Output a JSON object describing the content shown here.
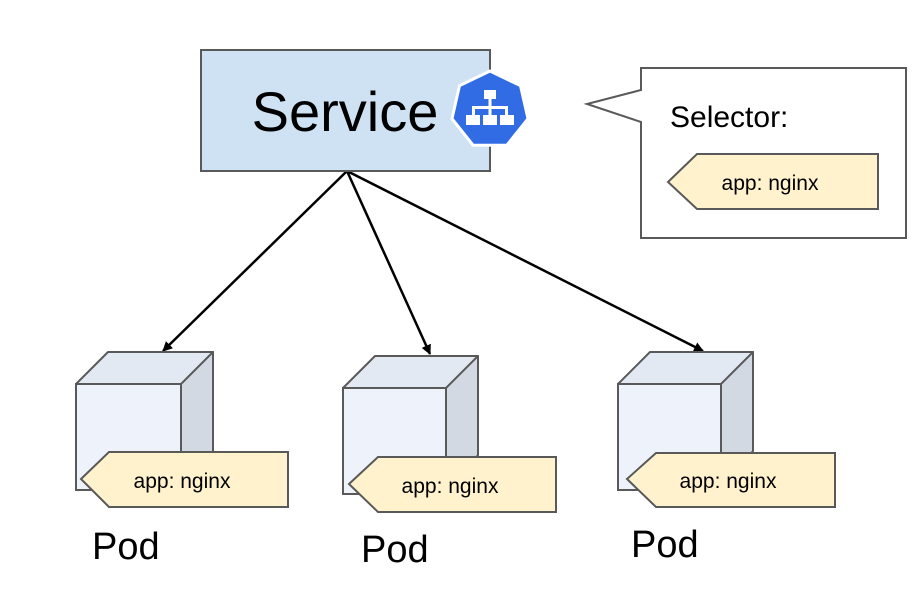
{
  "service": {
    "label": "Service",
    "icon": "kubernetes-service-icon",
    "fill": "#cfe2f3",
    "icon_color": "#326ce5"
  },
  "selector": {
    "title": "Selector:",
    "tag": "app: nginx"
  },
  "pods": [
    {
      "label": "Pod",
      "tag": "app: nginx"
    },
    {
      "label": "Pod",
      "tag": "app: nginx"
    },
    {
      "label": "Pod",
      "tag": "app: nginx"
    }
  ],
  "colors": {
    "tag_fill": "#fff2cc",
    "cube_front": "#eef3fb",
    "cube_top": "#e2e9f3",
    "cube_side": "#d3d9e3",
    "stroke": "#595959"
  }
}
